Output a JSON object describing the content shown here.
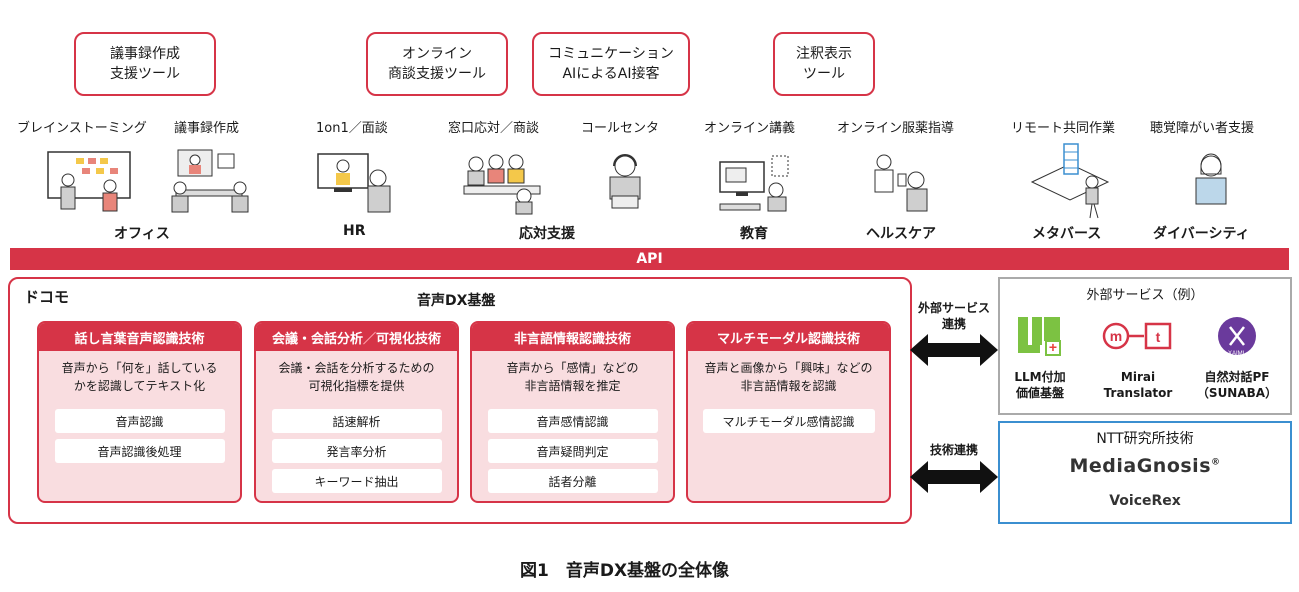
{
  "tools": [
    {
      "label": "議事録作成\n支援ツール"
    },
    {
      "label": "オンライン\n商談支援ツール"
    },
    {
      "label": "コミュニケーション\nAIによるAI接客"
    },
    {
      "label": "注釈表示\nツール"
    }
  ],
  "scenarios": [
    "ブレインストーミング",
    "議事録作成",
    "1on1／面談",
    "窓口応対／商談",
    "コールセンタ",
    "オンライン講義",
    "オンライン服薬指導",
    "リモート共同作業",
    "聴覚障がい者支援"
  ],
  "categories": [
    "オフィス",
    "HR",
    "応対支援",
    "教育",
    "ヘルスケア",
    "メタバース",
    "ダイバーシティ"
  ],
  "api_label": "API",
  "docomo": {
    "org": "ドコモ",
    "platform": "音声DX基盤",
    "panels": [
      {
        "title": "話し言葉音声認識技術",
        "desc": "音声から「何を」話している\nかを認識してテキスト化",
        "items": [
          "音声認識",
          "音声認識後処理"
        ]
      },
      {
        "title_a": "会議・会話分析",
        "title_sep": "／",
        "title_b": "可視化技術",
        "desc": "会議・会話を分析するための\n可視化指標を提供",
        "items": [
          "話速解析",
          "発言率分析",
          "キーワード抽出"
        ]
      },
      {
        "title": "非言語情報認識技術",
        "desc": "音声から「感情」などの\n非言語情報を推定",
        "items": [
          "音声感情認識",
          "音声疑問判定",
          "話者分離"
        ]
      },
      {
        "title": "マルチモーダル認識技術",
        "desc": "音声と画像から「興味」などの\n非言語情報を認識",
        "items": [
          "マルチモーダル感情認識"
        ]
      }
    ]
  },
  "links": {
    "external_label": "外部サービス\n連携",
    "tech_label": "技術連携"
  },
  "external": {
    "title": "外部サービス（例）",
    "services": [
      {
        "logo_text": "LLM",
        "label": "LLM付加\n価値基盤"
      },
      {
        "logo_text": "m  t",
        "label": "Mirai\nTranslator"
      },
      {
        "logo_text": "XAIML",
        "label": "自然対話PF\n（SUNABA）"
      }
    ]
  },
  "ntt": {
    "title": "NTT研究所技術",
    "items": [
      "MediaGnosis",
      "VoiceRex"
    ],
    "trademark": "®"
  },
  "caption": "図1　音声DX基盤の全体像",
  "colors": {
    "accent": "#d63447",
    "panel_bg": "#f9dde0",
    "ntt_border": "#3b8fd0",
    "ext_border": "#aaaaaa"
  }
}
